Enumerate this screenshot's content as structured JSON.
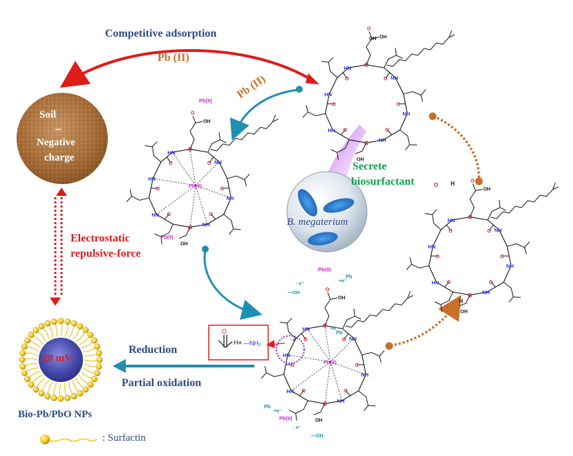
{
  "labels": {
    "competitive_adsorption": "Competitive adsorption",
    "pb_ii_top": "Pb (II)",
    "pb_ii_arrow": "Pb (II)",
    "soil": "Soil",
    "soil_charge_sign": "–",
    "negative_charge_1": "Negative",
    "negative_charge_2": "charge",
    "electrostatic_1": "Electrostatic",
    "electrostatic_2": "repulsive-force",
    "secrete_1": "Secrete",
    "secrete_2": "biosurfactant",
    "bacterium": "B. megaterium",
    "reduction": "Reduction",
    "partial_oxidation": "Partial oxidation",
    "zeta": "28 mV",
    "nps": "Bio-Pb/PbO NPs",
    "legend_surfactin": ": Surfactin"
  },
  "molecule_labels": {
    "pb_ii": "Pb(II)",
    "pb": "Pb",
    "oh": "OH",
    "cooh": "OH",
    "o": "O",
    "nh": "NH",
    "hn": "HN",
    "h": "H",
    "nh2": "NH₂",
    "minus_e": "- e⁻",
    "plus_e": "+e⁻",
    "minus_oh": "—OH",
    "plus": "+",
    "aldehyde_amine": "—NH₂"
  },
  "colors": {
    "navy": "#2d4a86",
    "red": "#e01b1b",
    "green": "#11a24a",
    "orange": "#c8702a",
    "teal": "#1f8fb3",
    "magenta": "#d11fd1",
    "blue_n": "#1f2fd6",
    "red_o": "#e01b1b",
    "soil": "#b07a45",
    "np_core": "#4b4fb0",
    "bead": "#f2c616"
  }
}
